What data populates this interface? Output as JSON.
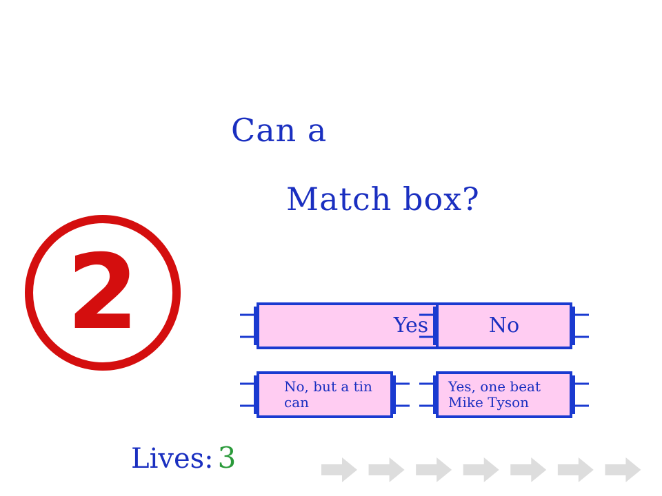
{
  "question": {
    "line1": "Can a",
    "line2": "Match box?"
  },
  "level": {
    "number": "2",
    "color": "#d40e0e"
  },
  "answers": [
    {
      "label": "Yes"
    },
    {
      "label": "No"
    },
    {
      "label": "No, but a tin can"
    },
    {
      "label": "Yes, one beat Mike Tyson"
    }
  ],
  "lives": {
    "label": "Lives:",
    "count": "3"
  },
  "progress": {
    "total_steps": 7,
    "completed_steps": 0,
    "arrow_color": "#dddddd"
  },
  "colors": {
    "question_text": "#1a2fc0",
    "button_border": "#1a3ad0",
    "button_fill": "#ffccf2",
    "lives_count": "#2a9a3a"
  }
}
